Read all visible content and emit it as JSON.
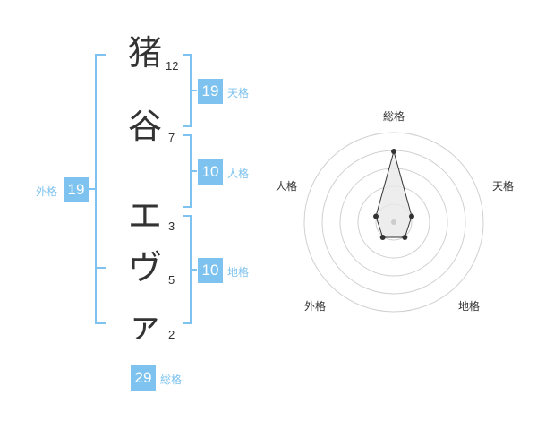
{
  "name": {
    "characters": [
      {
        "char": "猪",
        "strokes": "12"
      },
      {
        "char": "谷",
        "strokes": "7"
      },
      {
        "char": "エ",
        "strokes": "3"
      },
      {
        "char": "ヴ",
        "strokes": "5"
      },
      {
        "char": "ァ",
        "strokes": "2"
      }
    ]
  },
  "fortune": {
    "tenkaku": {
      "value": "19",
      "label": "天格"
    },
    "jinkaku": {
      "value": "10",
      "label": "人格"
    },
    "chikaku": {
      "value": "10",
      "label": "地格"
    },
    "gaikaku": {
      "value": "19",
      "label": "外格"
    },
    "soukaku": {
      "value": "29",
      "label": "総格"
    }
  },
  "radar": {
    "labels": [
      "総格",
      "天格",
      "地格",
      "外格",
      "人格"
    ],
    "levels": 5,
    "values": [
      0.79,
      0.21,
      0.21,
      0.21,
      0.21
    ],
    "colors": {
      "ring": "#d0d0d0",
      "fill": "#e8e8e8",
      "line": "#333333",
      "dot": "#333333",
      "center": "#cccccc"
    }
  }
}
